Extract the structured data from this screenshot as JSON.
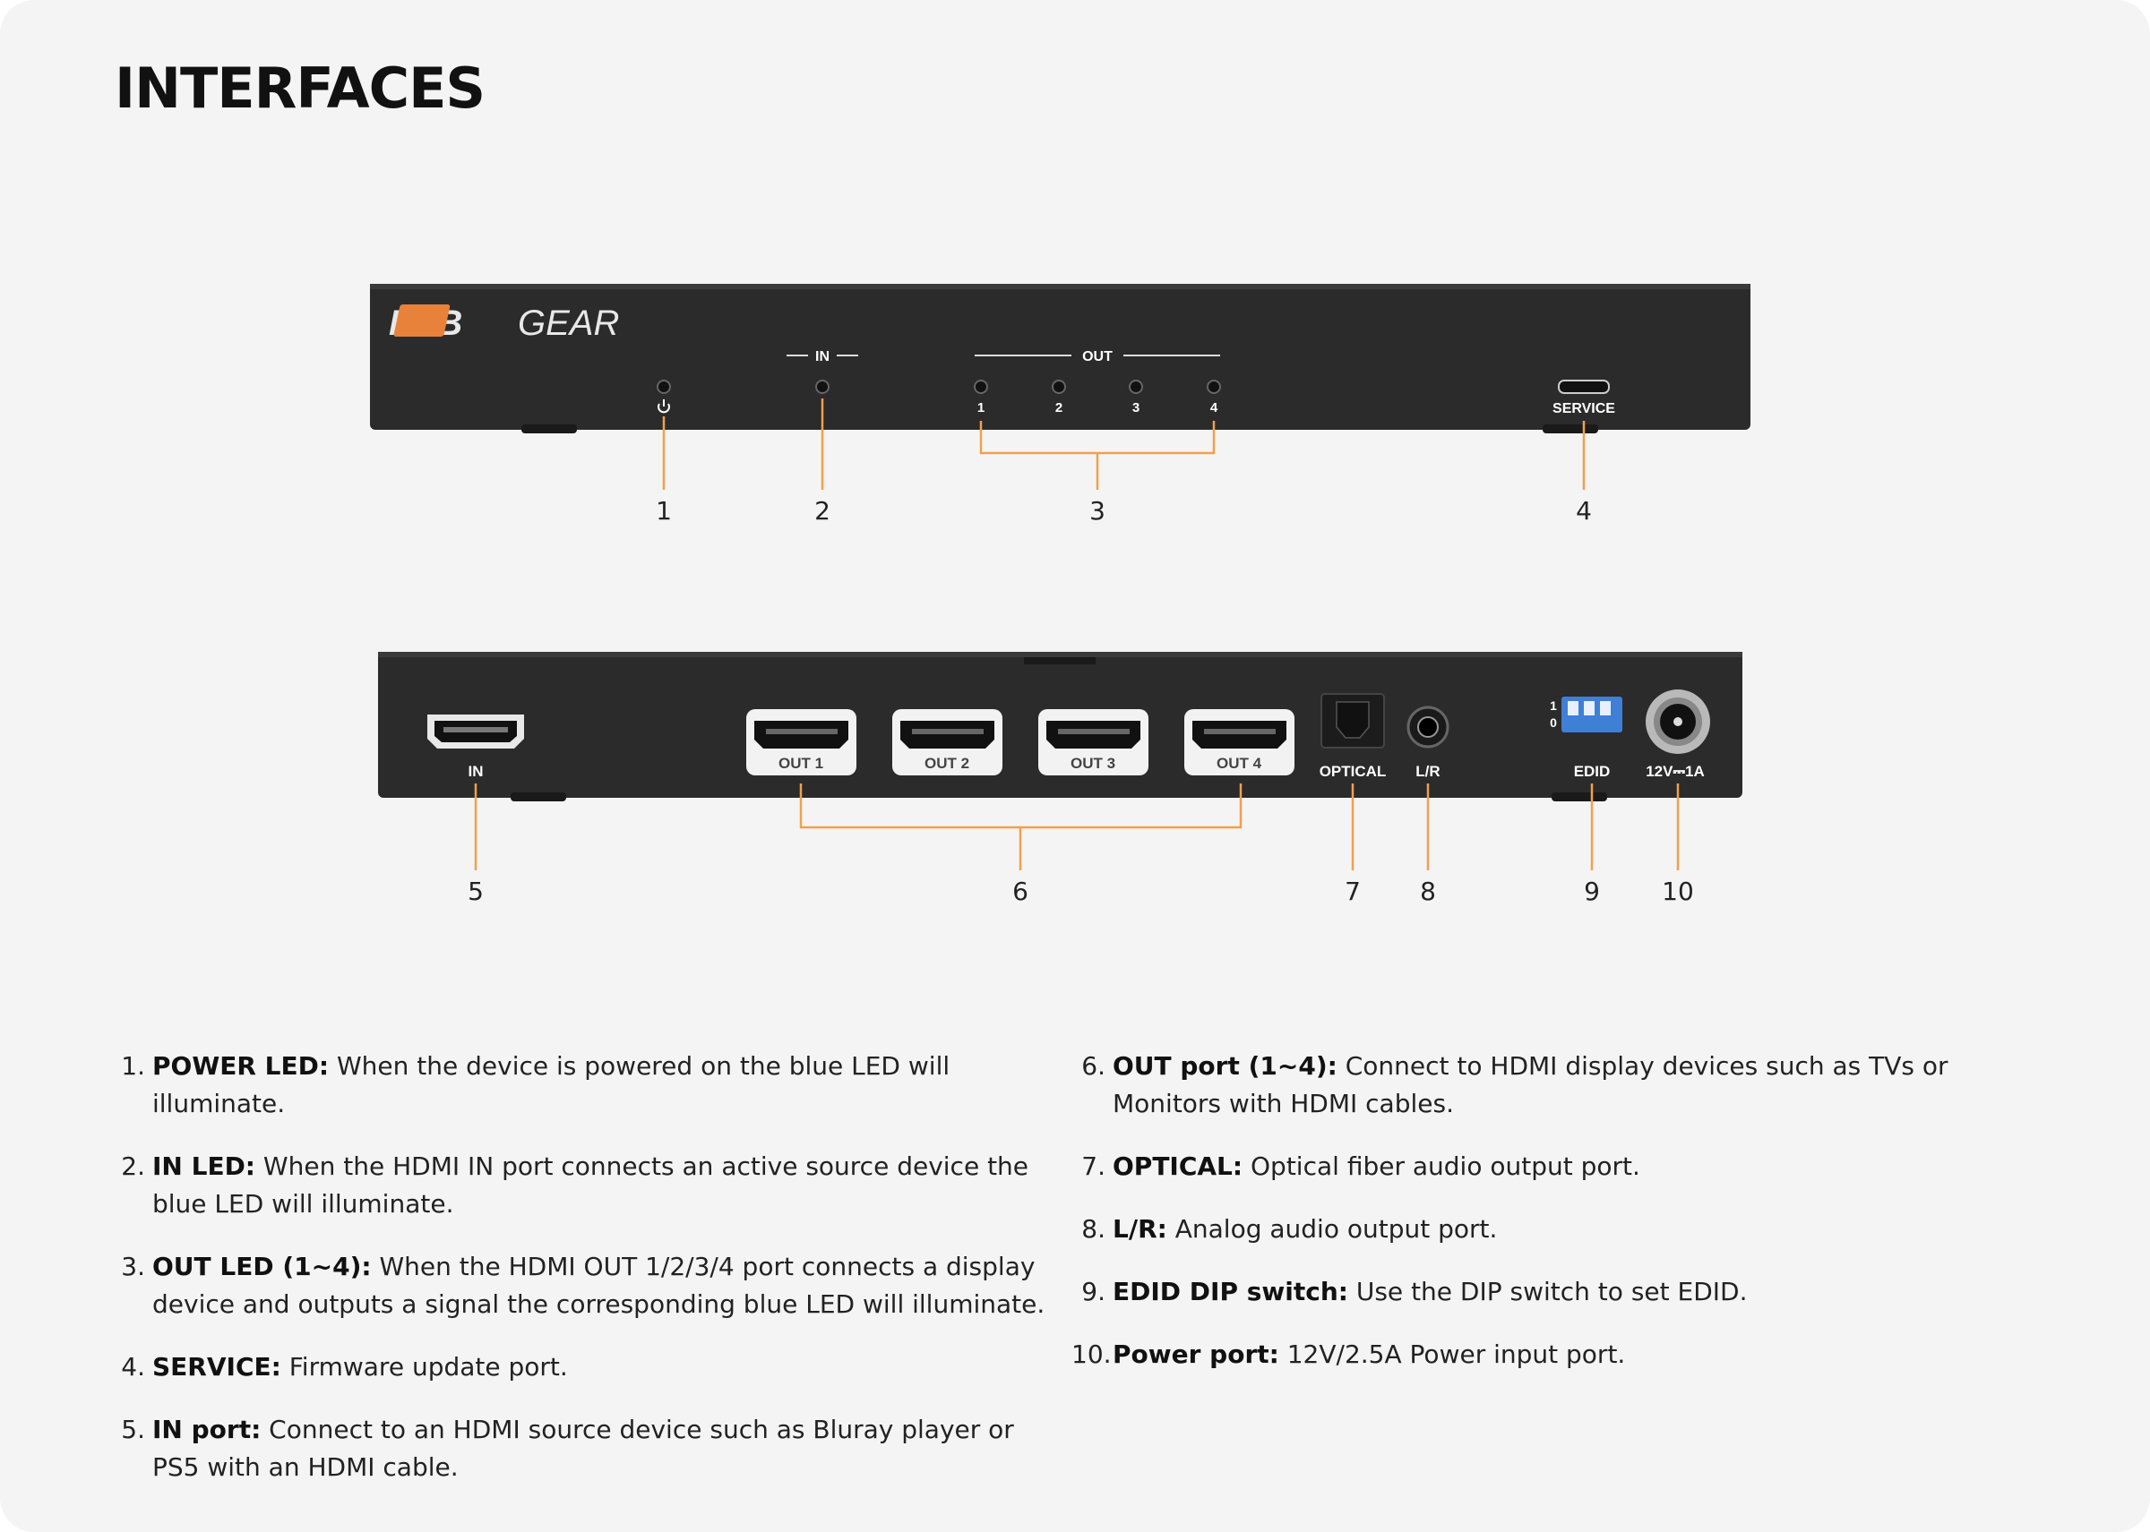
{
  "title": "INTERFACES",
  "brand": {
    "left": "BZB",
    "right": "GEAR",
    "accent": "#e8823a"
  },
  "colors": {
    "callout_line": "#f0a050",
    "chassis": "#2b2b2b",
    "dip_blue": "#3f7fd6"
  },
  "front_panel": {
    "in_label": "IN",
    "out_label": "OUT",
    "led_labels": [
      "1",
      "2",
      "3",
      "4"
    ],
    "power_icon": "power-icon",
    "service_label": "SERVICE"
  },
  "rear_panel": {
    "in_label": "IN",
    "out_ports": [
      "OUT 1",
      "OUT 2",
      "OUT 3",
      "OUT 4"
    ],
    "optical_label": "OPTICAL",
    "lr_label": "L/R",
    "edid_label": "EDID",
    "dip_scale": [
      "1",
      "0"
    ],
    "power_label": "12V⎓1A"
  },
  "callouts": [
    "1",
    "2",
    "3",
    "4",
    "5",
    "6",
    "7",
    "8",
    "9",
    "10"
  ],
  "descriptions": [
    {
      "num": "1.",
      "term": "POWER LED:",
      "text": " When the device is powered on the blue LED will illuminate."
    },
    {
      "num": "2.",
      "term": "IN LED:",
      "text": " When the HDMI IN port connects an active source device the blue LED will illuminate."
    },
    {
      "num": "3.",
      "term": "OUT LED (1~4):",
      "text": " When the HDMI OUT 1/2/3/4 port connects a display device and outputs a signal the corresponding blue LED will illuminate."
    },
    {
      "num": "4.",
      "term": "SERVICE:",
      "text": " Firmware update port."
    },
    {
      "num": "5.",
      "term": "IN port:",
      "text": " Connect to an HDMI source device such as Bluray player or PS5 with an HDMI cable."
    },
    {
      "num": "6.",
      "term": "OUT port (1~4):",
      "text": " Connect to HDMI display devices such as TVs or Monitors with HDMI cables."
    },
    {
      "num": "7.",
      "term": "OPTICAL:",
      "text": " Optical fiber audio output port."
    },
    {
      "num": "8.",
      "term": "L/R:",
      "text": " Analog audio output port."
    },
    {
      "num": "9.",
      "term": "EDID DIP switch:",
      "text": " Use the DIP switch to set EDID."
    },
    {
      "num": "10.",
      "term": "Power port:",
      "text": " 12V/2.5A Power input port."
    }
  ]
}
